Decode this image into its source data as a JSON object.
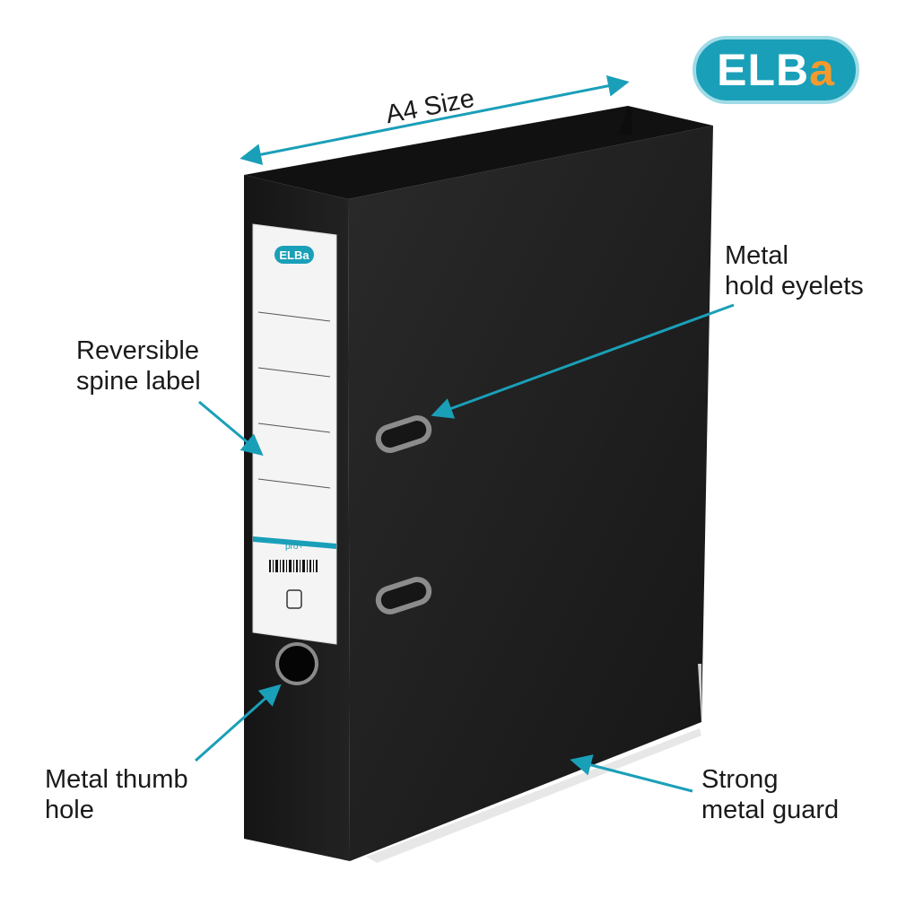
{
  "brand": {
    "logo_text_main": "ELB",
    "logo_text_accent": "a"
  },
  "dimension_label": "A4 Size",
  "callouts": {
    "spine_label": [
      "Reversible",
      "spine label"
    ],
    "eyelets": [
      "Metal",
      "hold eyelets"
    ],
    "thumb_hole": [
      "Metal thumb",
      "hole"
    ],
    "guard": [
      "Strong",
      "metal guard"
    ]
  },
  "spine": {
    "logo_text": "ELBa",
    "pro_label": "pro+"
  },
  "colors": {
    "accent": "#1a9fb8",
    "binder": "#1c1c1c",
    "logo_orange": "#f39a2d"
  }
}
